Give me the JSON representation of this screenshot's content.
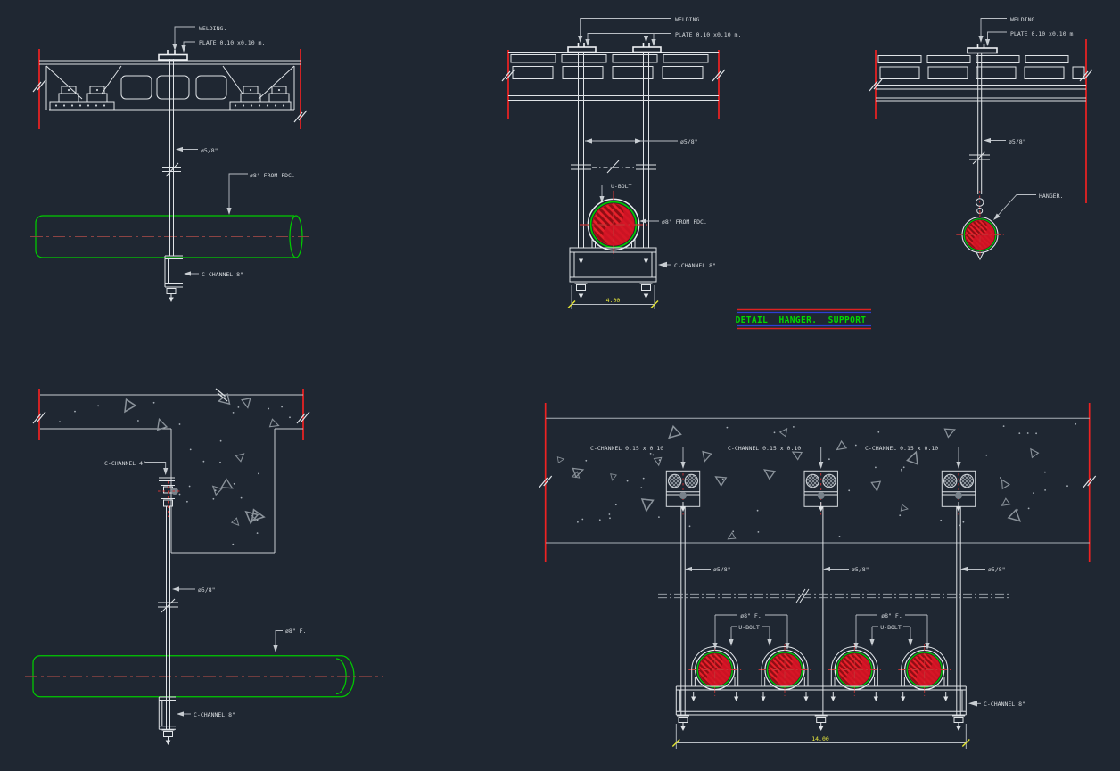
{
  "title": {
    "text": "DETAIL  HANGER.  SUPPORT"
  },
  "colors": {
    "background": "#1f2732",
    "linework": "#dfe3e7",
    "pipe_green": "#00cc00",
    "break_red": "#ee2222",
    "hatch_red": "#d41425",
    "centerline_dark_red": "#8c4343",
    "dimension_yellow": "#e8e83c",
    "title_green": "#00d900",
    "title_underline_blue": "#2e3fd4"
  },
  "views": {
    "top_left": {
      "welding": "WELDING.",
      "plate": "PLATE 0.10 x0.10 m.",
      "rod": "ø5/8\"",
      "pipe": "ø8\" FROM FDC.",
      "channel": "C-CHANNEL 8\""
    },
    "top_middle": {
      "welding": "WELDING.",
      "plate": "PLATE 0.10 x0.10 m.",
      "rod": "ø5/8\"",
      "u_bolt": "U-BOLT",
      "pipe": "ø8\" FROM FDC.",
      "channel": "C-CHANNEL 8\"",
      "width": "4.00"
    },
    "top_right": {
      "welding": "WELDING.",
      "plate": "PLATE 0.10 x0.10 m.",
      "rod": "ø5/8\"",
      "hanger": "HANGER."
    },
    "bottom_left": {
      "channel_top": "C-CHANNEL 4\"",
      "rod": "ø5/8\"",
      "pipe": "ø8\" F.",
      "channel_bottom": "C-CHANNEL 8\""
    },
    "bottom_right": {
      "insert": "C-CHANNEL 0.15 x 0.10",
      "rod": "ø5/8\"",
      "pipe": "ø8\" F.",
      "u_bolt": "U-BOLT",
      "channel": "C-CHANNEL 8\"",
      "width": "14.00"
    }
  }
}
